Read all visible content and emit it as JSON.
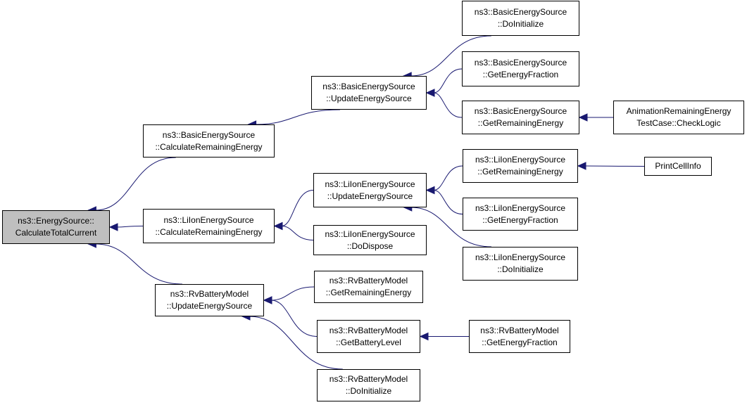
{
  "colors": {
    "edge": "#191970",
    "root_fill": "#bfbfbf",
    "node_border": "#000000"
  },
  "nodes": [
    {
      "id": "root",
      "lines": [
        "ns3::EnergySource::",
        "CalculateTotalCurrent"
      ],
      "root": true
    },
    {
      "id": "bes_calc",
      "lines": [
        "ns3::BasicEnergySource",
        "::CalculateRemainingEnergy"
      ]
    },
    {
      "id": "lies_calc",
      "lines": [
        "ns3::LiIonEnergySource",
        "::CalculateRemainingEnergy"
      ]
    },
    {
      "id": "rv_update",
      "lines": [
        "ns3::RvBatteryModel",
        "::UpdateEnergySource"
      ]
    },
    {
      "id": "bes_update",
      "lines": [
        "ns3::BasicEnergySource",
        "::UpdateEnergySource"
      ]
    },
    {
      "id": "lies_update",
      "lines": [
        "ns3::LiIonEnergySource",
        "::UpdateEnergySource"
      ]
    },
    {
      "id": "lies_dispose",
      "lines": [
        "ns3::LiIonEnergySource",
        "::DoDispose"
      ]
    },
    {
      "id": "rv_getrem",
      "lines": [
        "ns3::RvBatteryModel",
        "::GetRemainingEnergy"
      ]
    },
    {
      "id": "rv_getlevel",
      "lines": [
        "ns3::RvBatteryModel",
        "::GetBatteryLevel"
      ]
    },
    {
      "id": "rv_doinit",
      "lines": [
        "ns3::RvBatteryModel",
        "::DoInitialize"
      ]
    },
    {
      "id": "bes_doinit",
      "lines": [
        "ns3::BasicEnergySource",
        "::DoInitialize"
      ]
    },
    {
      "id": "bes_getfrac",
      "lines": [
        "ns3::BasicEnergySource",
        "::GetEnergyFraction"
      ]
    },
    {
      "id": "bes_getrem",
      "lines": [
        "ns3::BasicEnergySource",
        "::GetRemainingEnergy"
      ]
    },
    {
      "id": "lies_getrem",
      "lines": [
        "ns3::LiIonEnergySource",
        "::GetRemainingEnergy"
      ]
    },
    {
      "id": "lies_getfrac",
      "lines": [
        "ns3::LiIonEnergySource",
        "::GetEnergyFraction"
      ]
    },
    {
      "id": "lies_doinit",
      "lines": [
        "ns3::LiIonEnergySource",
        "::DoInitialize"
      ]
    },
    {
      "id": "rv_getfrac",
      "lines": [
        "ns3::RvBatteryModel",
        "::GetEnergyFraction"
      ]
    },
    {
      "id": "anim_check",
      "lines": [
        "AnimationRemainingEnergy",
        "TestCase::CheckLogic"
      ]
    },
    {
      "id": "print_cell",
      "lines": [
        "PrintCellInfo"
      ]
    }
  ],
  "edges": [
    {
      "from": "bes_calc",
      "to": "root"
    },
    {
      "from": "lies_calc",
      "to": "root"
    },
    {
      "from": "rv_update",
      "to": "root"
    },
    {
      "from": "bes_update",
      "to": "bes_calc"
    },
    {
      "from": "lies_update",
      "to": "lies_calc"
    },
    {
      "from": "lies_dispose",
      "to": "lies_calc"
    },
    {
      "from": "rv_getrem",
      "to": "rv_update"
    },
    {
      "from": "rv_getlevel",
      "to": "rv_update"
    },
    {
      "from": "rv_doinit",
      "to": "rv_update"
    },
    {
      "from": "bes_doinit",
      "to": "bes_update"
    },
    {
      "from": "bes_getfrac",
      "to": "bes_update"
    },
    {
      "from": "bes_getrem",
      "to": "bes_update"
    },
    {
      "from": "lies_getrem",
      "to": "lies_update"
    },
    {
      "from": "lies_getfrac",
      "to": "lies_update"
    },
    {
      "from": "lies_doinit",
      "to": "lies_update"
    },
    {
      "from": "rv_getfrac",
      "to": "rv_getlevel"
    },
    {
      "from": "anim_check",
      "to": "bes_getrem"
    },
    {
      "from": "print_cell",
      "to": "lies_getrem"
    }
  ]
}
